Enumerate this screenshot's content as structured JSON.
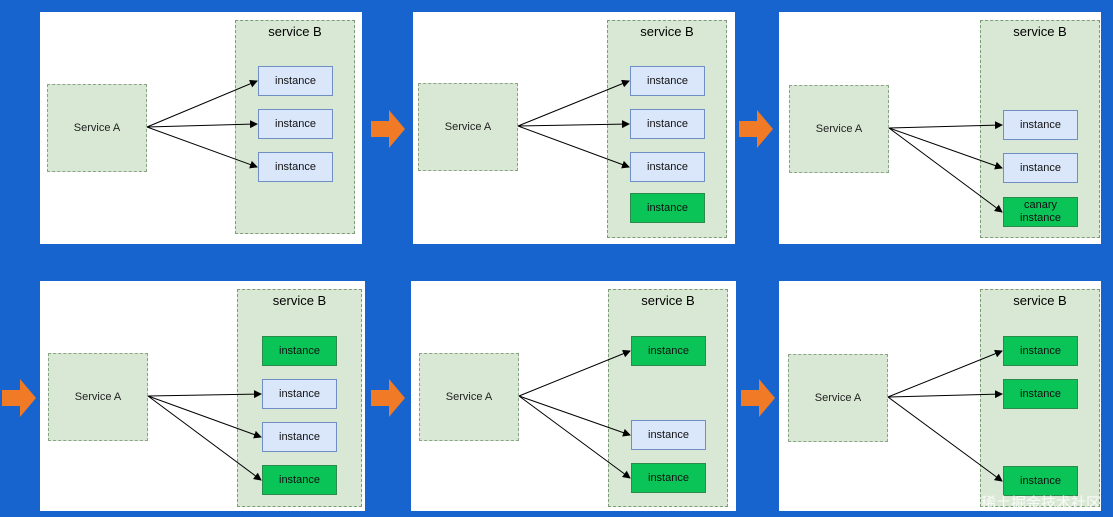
{
  "colors": {
    "background": "#1764cf",
    "service_box": "#d9e8d4",
    "instance_old": "#dae7fb",
    "instance_new": "#0bc457",
    "step_arrow": "#f07a26"
  },
  "labels": {
    "service_a": "Service A",
    "service_b": "service B",
    "instance": "instance",
    "canary_instance": "canary\ninstance"
  },
  "watermark": "@稀土掘金技术社区",
  "panels": [
    {
      "instances": [
        {
          "kind": "old",
          "label": "instance",
          "linked": true
        },
        {
          "kind": "old",
          "label": "instance",
          "linked": true
        },
        {
          "kind": "old",
          "label": "instance",
          "linked": true
        }
      ]
    },
    {
      "instances": [
        {
          "kind": "old",
          "label": "instance",
          "linked": true
        },
        {
          "kind": "old",
          "label": "instance",
          "linked": true
        },
        {
          "kind": "old",
          "label": "instance",
          "linked": true
        },
        {
          "kind": "new",
          "label": "instance",
          "linked": false
        }
      ]
    },
    {
      "instances": [
        {
          "kind": "old",
          "label": "instance",
          "linked": true
        },
        {
          "kind": "old",
          "label": "instance",
          "linked": true
        },
        {
          "kind": "new",
          "label": "canary\ninstance",
          "linked": true
        }
      ]
    },
    {
      "instances": [
        {
          "kind": "new",
          "label": "instance",
          "linked": false
        },
        {
          "kind": "old",
          "label": "instance",
          "linked": true
        },
        {
          "kind": "old",
          "label": "instance",
          "linked": true
        },
        {
          "kind": "new",
          "label": "instance",
          "linked": true
        }
      ]
    },
    {
      "instances": [
        {
          "kind": "new",
          "label": "instance",
          "linked": true
        },
        {
          "kind": "old",
          "label": "instance",
          "linked": true
        },
        {
          "kind": "new",
          "label": "instance",
          "linked": true
        }
      ]
    },
    {
      "instances": [
        {
          "kind": "new",
          "label": "instance",
          "linked": true
        },
        {
          "kind": "new",
          "label": "instance",
          "linked": true
        },
        {
          "kind": "new",
          "label": "instance",
          "linked": true
        }
      ]
    }
  ]
}
